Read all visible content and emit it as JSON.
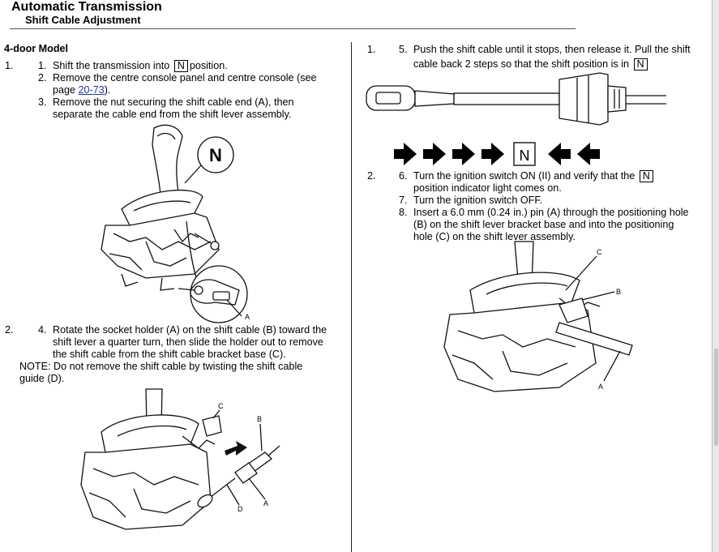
{
  "header": {
    "title": "Automatic Transmission",
    "subtitle": "Shift Cable Adjustment"
  },
  "left": {
    "model_heading": "4-door Model",
    "step_group_1": {
      "number": "1.",
      "items": [
        {
          "num": "1.",
          "before": "Shift the transmission into",
          "box": "N",
          "after": "position."
        },
        {
          "num": "2.",
          "line1": "Remove the centre console panel and centre console (see",
          "line2_before": "page ",
          "link": "20-73",
          "line2_after": ")."
        },
        {
          "num": "3.",
          "line1": "Remove the nut securing the shift cable end (A), then",
          "line2": "separate the cable end from the shift lever assembly."
        }
      ],
      "figure": {
        "big_n": "N",
        "callouts": [
          "A"
        ]
      }
    },
    "step_group_2": {
      "number": "2.",
      "item_num": "4.",
      "lines": [
        "Rotate the socket holder (A) on the shift cable (B) toward the",
        "shift lever a quarter turn, then slide the holder out to remove",
        "the shift cable from the shift cable bracket base (C)."
      ],
      "note_lines": [
        "NOTE: Do not remove the shift cable by twisting the shift cable",
        "guide (D)."
      ],
      "figure": {
        "callouts": [
          "C",
          "B",
          "D",
          "A"
        ]
      }
    }
  },
  "right": {
    "step_group_1": {
      "number": "1.",
      "item_num": "5.",
      "line1": "Push the shift cable until it stops, then release it. Pull the shift",
      "line2_before": "cable back 2 steps so that the shift position is in",
      "box": "N",
      "arrows_center": "N"
    },
    "step_group_2": {
      "number": "2.",
      "items": [
        {
          "num": "6.",
          "line1_before": "Turn the ignition switch ON (II) and verify that the",
          "box": "N",
          "line2": "position indicator light comes on."
        },
        {
          "num": "7.",
          "line1": "Turn the ignition switch OFF."
        },
        {
          "num": "8.",
          "line1": "Insert a 6.0 mm (0.24 in.) pin (A) through the positioning hole",
          "line2": "(B) on the shift lever bracket base and into the positioning",
          "line3": "hole (C) on the shift lever assembly."
        }
      ],
      "figure": {
        "callouts": [
          "C",
          "B",
          "A"
        ]
      }
    }
  }
}
